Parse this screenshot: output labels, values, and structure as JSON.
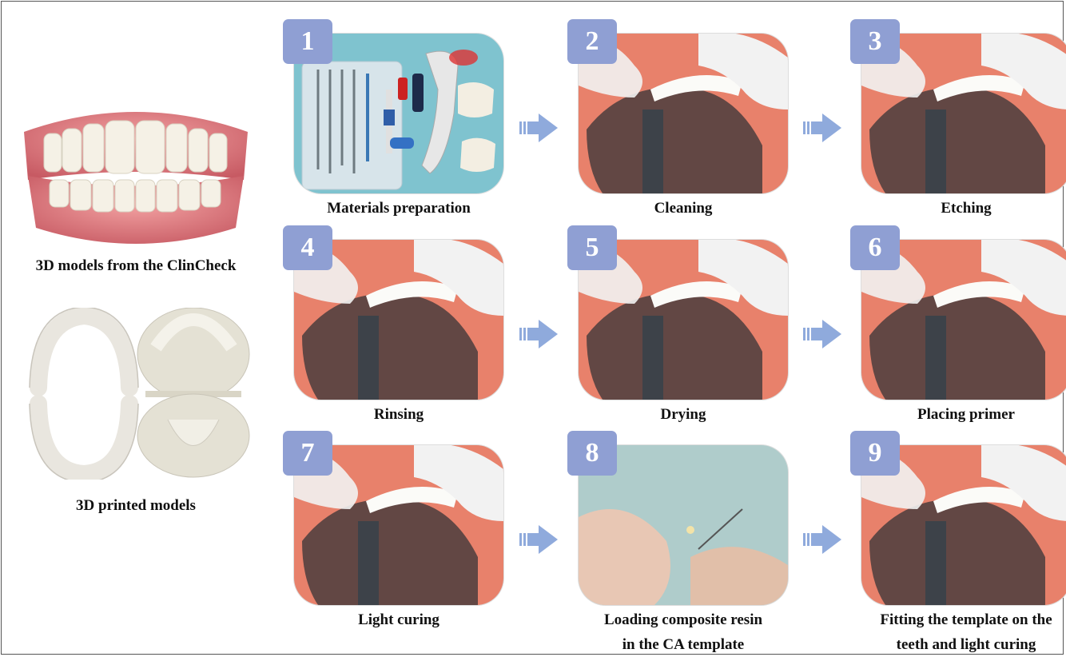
{
  "left": {
    "model_caption": "3D models from the ClinCheck",
    "printed_caption": "3D  printed models"
  },
  "steps": [
    {
      "number": "1",
      "label_lines": [
        "Materials preparation"
      ],
      "scene": "materials"
    },
    {
      "number": "2",
      "label_lines": [
        "Cleaning"
      ],
      "scene": "typodont"
    },
    {
      "number": "3",
      "label_lines": [
        "Etching"
      ],
      "scene": "typodont"
    },
    {
      "number": "4",
      "label_lines": [
        "Rinsing"
      ],
      "scene": "typodont"
    },
    {
      "number": "5",
      "label_lines": [
        "Drying"
      ],
      "scene": "typodont"
    },
    {
      "number": "6",
      "label_lines": [
        "Placing primer"
      ],
      "scene": "typodont"
    },
    {
      "number": "7",
      "label_lines": [
        "Light curing"
      ],
      "scene": "typodont"
    },
    {
      "number": "8",
      "label_lines": [
        "Loading composite resin",
        "in the CA template"
      ],
      "scene": "hands"
    },
    {
      "number": "9",
      "label_lines": [
        "Fitting the template on the",
        "teeth and light curing"
      ],
      "scene": "typodont"
    }
  ],
  "colors": {
    "badge": "#8f9fd3",
    "arrow": "#8faadc",
    "typodont": "#e8816b",
    "glove": "#f2f2f2",
    "tray": "#7fc3cf"
  }
}
